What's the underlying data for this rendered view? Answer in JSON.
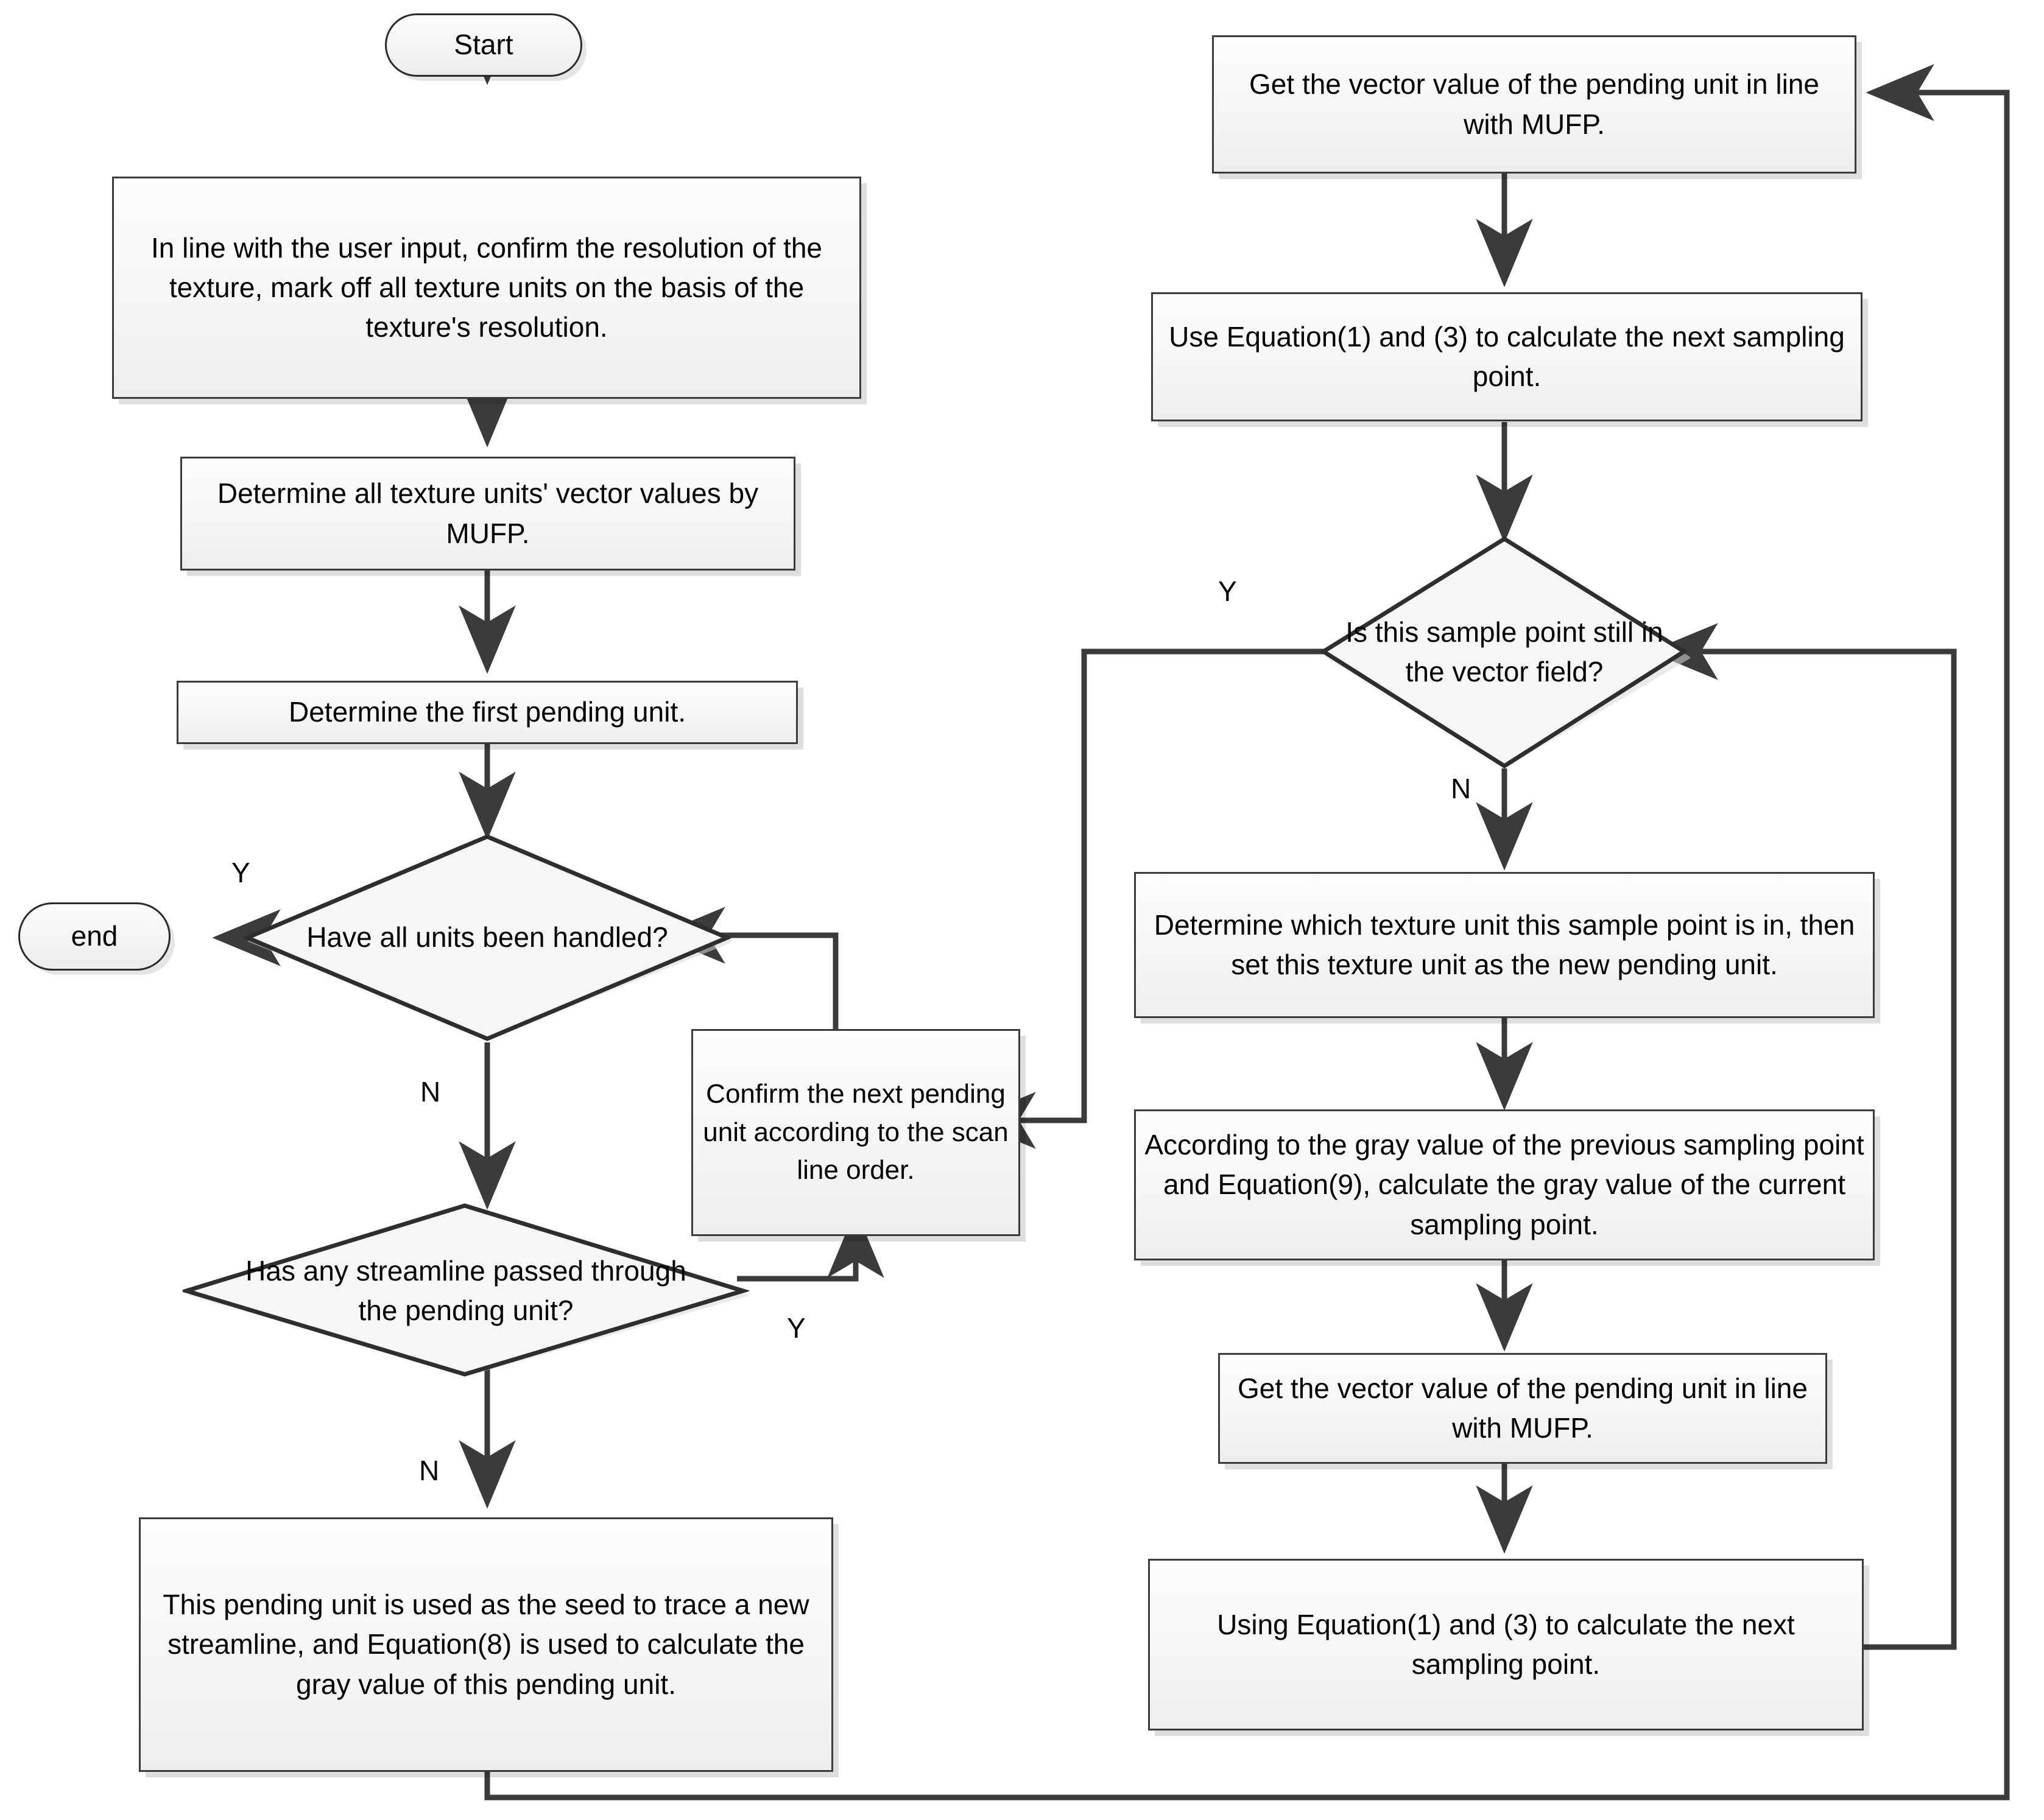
{
  "diagram": {
    "type": "flowchart",
    "title": "Streamline-based texture generation flowchart",
    "colors": {
      "node_border": "#3b3b3b",
      "node_fill": "#f4f4f4",
      "edge_stroke": "#3b3b3b",
      "text": "#000000",
      "background": "#ffffff"
    },
    "nodes": [
      {
        "id": "start",
        "shape": "terminator",
        "label": "Start"
      },
      {
        "id": "n1",
        "shape": "process",
        "label": "In line with the user input, confirm the resolution of the texture, mark off all texture units on the basis of the texture's resolution."
      },
      {
        "id": "n2",
        "shape": "process",
        "label": "Determine all texture units' vector values by MUFP."
      },
      {
        "id": "n3",
        "shape": "process",
        "label": "Determine the first pending unit."
      },
      {
        "id": "d1",
        "shape": "decision",
        "label": "Have all units been handled?"
      },
      {
        "id": "end",
        "shape": "terminator",
        "label": "end"
      },
      {
        "id": "d2",
        "shape": "decision",
        "label": "Has any streamline passed through the pending unit?"
      },
      {
        "id": "n4",
        "shape": "process",
        "label": "Confirm the next pending unit according to the scan line order."
      },
      {
        "id": "n5",
        "shape": "process",
        "label": "This pending unit is used as the seed to trace a new streamline, and Equation(8) is used to calculate the gray value of this pending unit."
      },
      {
        "id": "r1",
        "shape": "process",
        "label": "Get the vector value of the pending unit in line with MUFP."
      },
      {
        "id": "r2",
        "shape": "process",
        "label": "Use Equation(1) and (3) to calculate the next sampling point."
      },
      {
        "id": "d3",
        "shape": "decision",
        "label": "Is this sample point still in the vector field?"
      },
      {
        "id": "r3",
        "shape": "process",
        "label": "Determine which texture unit this sample point is in, then set this texture unit as the new pending unit."
      },
      {
        "id": "r4",
        "shape": "process",
        "label": "According to the gray value of the previous sampling point and Equation(9), calculate the gray value of the current sampling point."
      },
      {
        "id": "r5",
        "shape": "process",
        "label": "Get the vector value of the pending unit in line with MUFP."
      },
      {
        "id": "r6",
        "shape": "process",
        "label": "Using Equation(1) and (3) to calculate the next sampling point."
      }
    ],
    "edge_labels": {
      "d1_yes": "Y",
      "d1_no": "N",
      "d2_yes": "Y",
      "d2_no": "N",
      "d3_yes": "Y",
      "d3_no": "N"
    }
  }
}
